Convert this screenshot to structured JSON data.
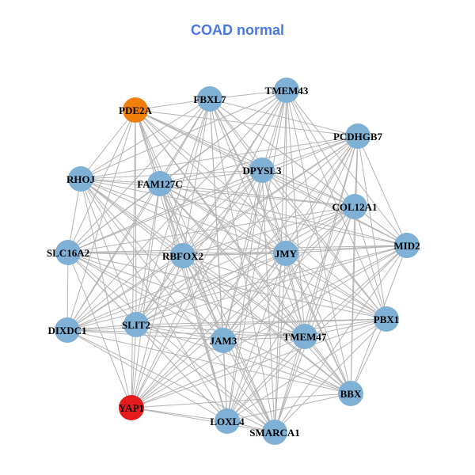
{
  "title": "COAD normal",
  "colors": {
    "default_node": "#7fb0d5",
    "highlight_orange": "#f07f0a",
    "highlight_red": "#e41a1c",
    "edge": "#b3b3b3",
    "title": "#4a78e0"
  },
  "nodes": [
    {
      "id": "PDE2A",
      "label": "PDE2A",
      "color": "#f07f0a"
    },
    {
      "id": "FBXL7",
      "label": "FBXL7",
      "color": "#7fb0d5"
    },
    {
      "id": "TMEM43",
      "label": "TMEM43",
      "color": "#7fb0d5"
    },
    {
      "id": "PCDHGB7",
      "label": "PCDHGB7",
      "color": "#7fb0d5"
    },
    {
      "id": "RHOJ",
      "label": "RHOJ",
      "color": "#7fb0d5"
    },
    {
      "id": "FAM127C",
      "label": "FAM127C",
      "color": "#7fb0d5"
    },
    {
      "id": "DPYSL3",
      "label": "DPYSL3",
      "color": "#7fb0d5"
    },
    {
      "id": "COL12A1",
      "label": "COL12A1",
      "color": "#7fb0d5"
    },
    {
      "id": "SLC16A2",
      "label": "SLC16A2",
      "color": "#7fb0d5"
    },
    {
      "id": "RBFOX2",
      "label": "RBFOX2",
      "color": "#7fb0d5"
    },
    {
      "id": "JMY",
      "label": "JMY",
      "color": "#7fb0d5"
    },
    {
      "id": "MID2",
      "label": "MID2",
      "color": "#7fb0d5"
    },
    {
      "id": "DIXDC1",
      "label": "DIXDC1",
      "color": "#7fb0d5"
    },
    {
      "id": "SLIT2",
      "label": "SLIT2",
      "color": "#7fb0d5"
    },
    {
      "id": "JAM3",
      "label": "JAM3",
      "color": "#7fb0d5"
    },
    {
      "id": "TMEM47",
      "label": "TMEM47",
      "color": "#7fb0d5"
    },
    {
      "id": "PBX1",
      "label": "PBX1",
      "color": "#7fb0d5"
    },
    {
      "id": "BBX",
      "label": "BBX",
      "color": "#7fb0d5"
    },
    {
      "id": "YAP1",
      "label": "YAP1",
      "color": "#e41a1c"
    },
    {
      "id": "LOXL4",
      "label": "LOXL4",
      "color": "#7fb0d5"
    },
    {
      "id": "SMARCA1",
      "label": "SMARCA1",
      "color": "#7fb0d5"
    }
  ],
  "missing_edges": [
    [
      "PDE2A",
      "TMEM43"
    ],
    [
      "RHOJ",
      "DIXDC1"
    ],
    [
      "PBX1",
      "MID2"
    ],
    [
      "YAP1",
      "DIXDC1"
    ],
    [
      "BBX",
      "SMARCA1"
    ],
    [
      "TMEM43",
      "PCDHGB7"
    ]
  ]
}
